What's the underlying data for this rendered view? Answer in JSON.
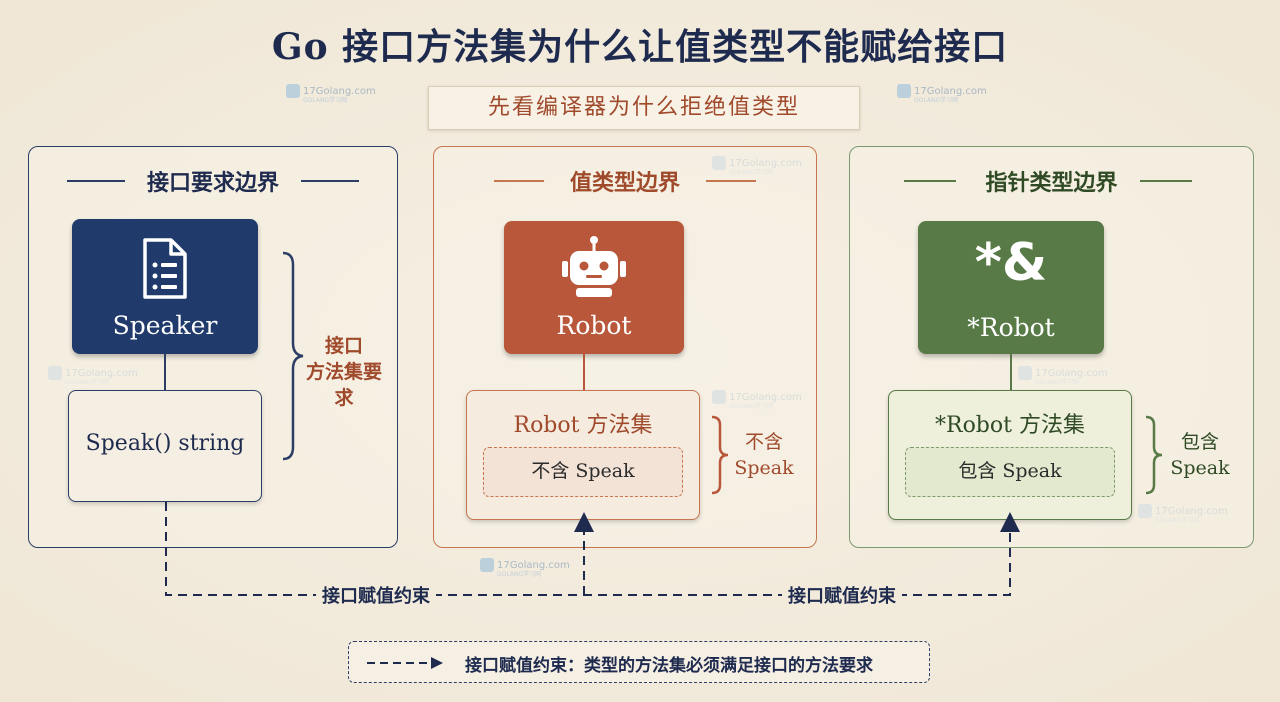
{
  "title": "Go 接口方法集为什么让值类型不能赋给接口",
  "subtitle": "先看编译器为什么拒绝值类型",
  "watermark": {
    "text": "17Golang.com",
    "sub": "GOLANG学习网"
  },
  "panels": {
    "interface": {
      "heading": "接口要求边界",
      "card_label": "Speaker",
      "card_icon": "document-icon",
      "method": "Speak() string",
      "brace_label_line1": "接口",
      "brace_label_line2": "方法集要求",
      "color": "#1f3a6b"
    },
    "value": {
      "heading": "值类型边界",
      "card_label": "Robot",
      "card_icon": "robot-icon",
      "method_set_title": "Robot 方法集",
      "method_set_item": "不含 Speak",
      "brace_label_line1": "不含",
      "brace_label_line2": "Speak",
      "color": "#b9573a"
    },
    "pointer": {
      "heading": "指针类型边界",
      "card_symbol": "*&",
      "card_label": "*Robot",
      "method_set_title": "*Robot 方法集",
      "method_set_item": "包含 Speak",
      "brace_label_line1": "包含",
      "brace_label_line2": "Speak",
      "color": "#587a46"
    }
  },
  "flow": {
    "label_left": "接口赋值约束",
    "label_right": "接口赋值约束"
  },
  "legend": {
    "text": "接口赋值约束：类型的方法集必须满足接口的方法要求"
  }
}
